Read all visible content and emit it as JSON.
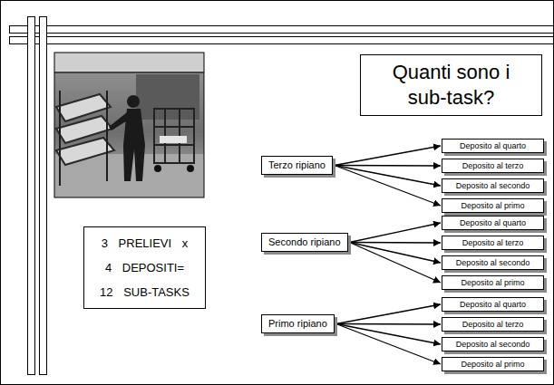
{
  "diagram": {
    "title": "Quanti sono i sub-task?",
    "nodes": [
      {
        "text": [
          "3 PRELIEVI x 4 DEPOSITI= 12 SUB-TASKS"
        ]
      },
      {
        "text": [
          "Terzo ripiano"
        ]
      },
      {
        "text": [
          "Deposito al quarto"
        ]
      },
      {
        "text": [
          "Deposito al terzo"
        ]
      },
      {
        "text": [
          "Deposito al secondo"
        ]
      },
      {
        "text": [
          "Deposito al primo"
        ]
      },
      {
        "text": [
          "Secondo ripiano"
        ]
      },
      {
        "text": [
          "Deposito al quarto"
        ]
      },
      {
        "text": [
          "Deposito al terzo"
        ]
      },
      {
        "text": [
          "Deposito al secondo"
        ]
      },
      {
        "text": [
          "Deposito al primo"
        ]
      },
      {
        "text": [
          "Primo ripiano"
        ]
      },
      {
        "text": [
          "Deposito al quarto"
        ]
      },
      {
        "text": [
          "Deposito al terzo"
        ]
      },
      {
        "text": [
          "Deposito al secondo"
        ]
      },
      {
        "text": [
          "Deposito al primo"
        ]
      }
    ],
    "edges": [
      {
        "from": 1,
        "to": 2,
        "arrow": "to"
      },
      {
        "from": 1,
        "to": 3,
        "arrow": "to"
      },
      {
        "from": 1,
        "to": 4,
        "arrow": "to"
      },
      {
        "from": 1,
        "to": 5,
        "arrow": "to"
      },
      {
        "from": 6,
        "to": 7,
        "arrow": "to"
      },
      {
        "from": 6,
        "to": 8,
        "arrow": "to"
      },
      {
        "from": 6,
        "to": 9,
        "arrow": "to"
      },
      {
        "from": 6,
        "to": 10,
        "arrow": "to"
      },
      {
        "from": 11,
        "to": 12,
        "arrow": "to"
      },
      {
        "from": 11,
        "to": 13,
        "arrow": "to"
      },
      {
        "from": 11,
        "to": 14,
        "arrow": "to"
      },
      {
        "from": 11,
        "to": 15,
        "arrow": "to"
      }
    ]
  }
}
